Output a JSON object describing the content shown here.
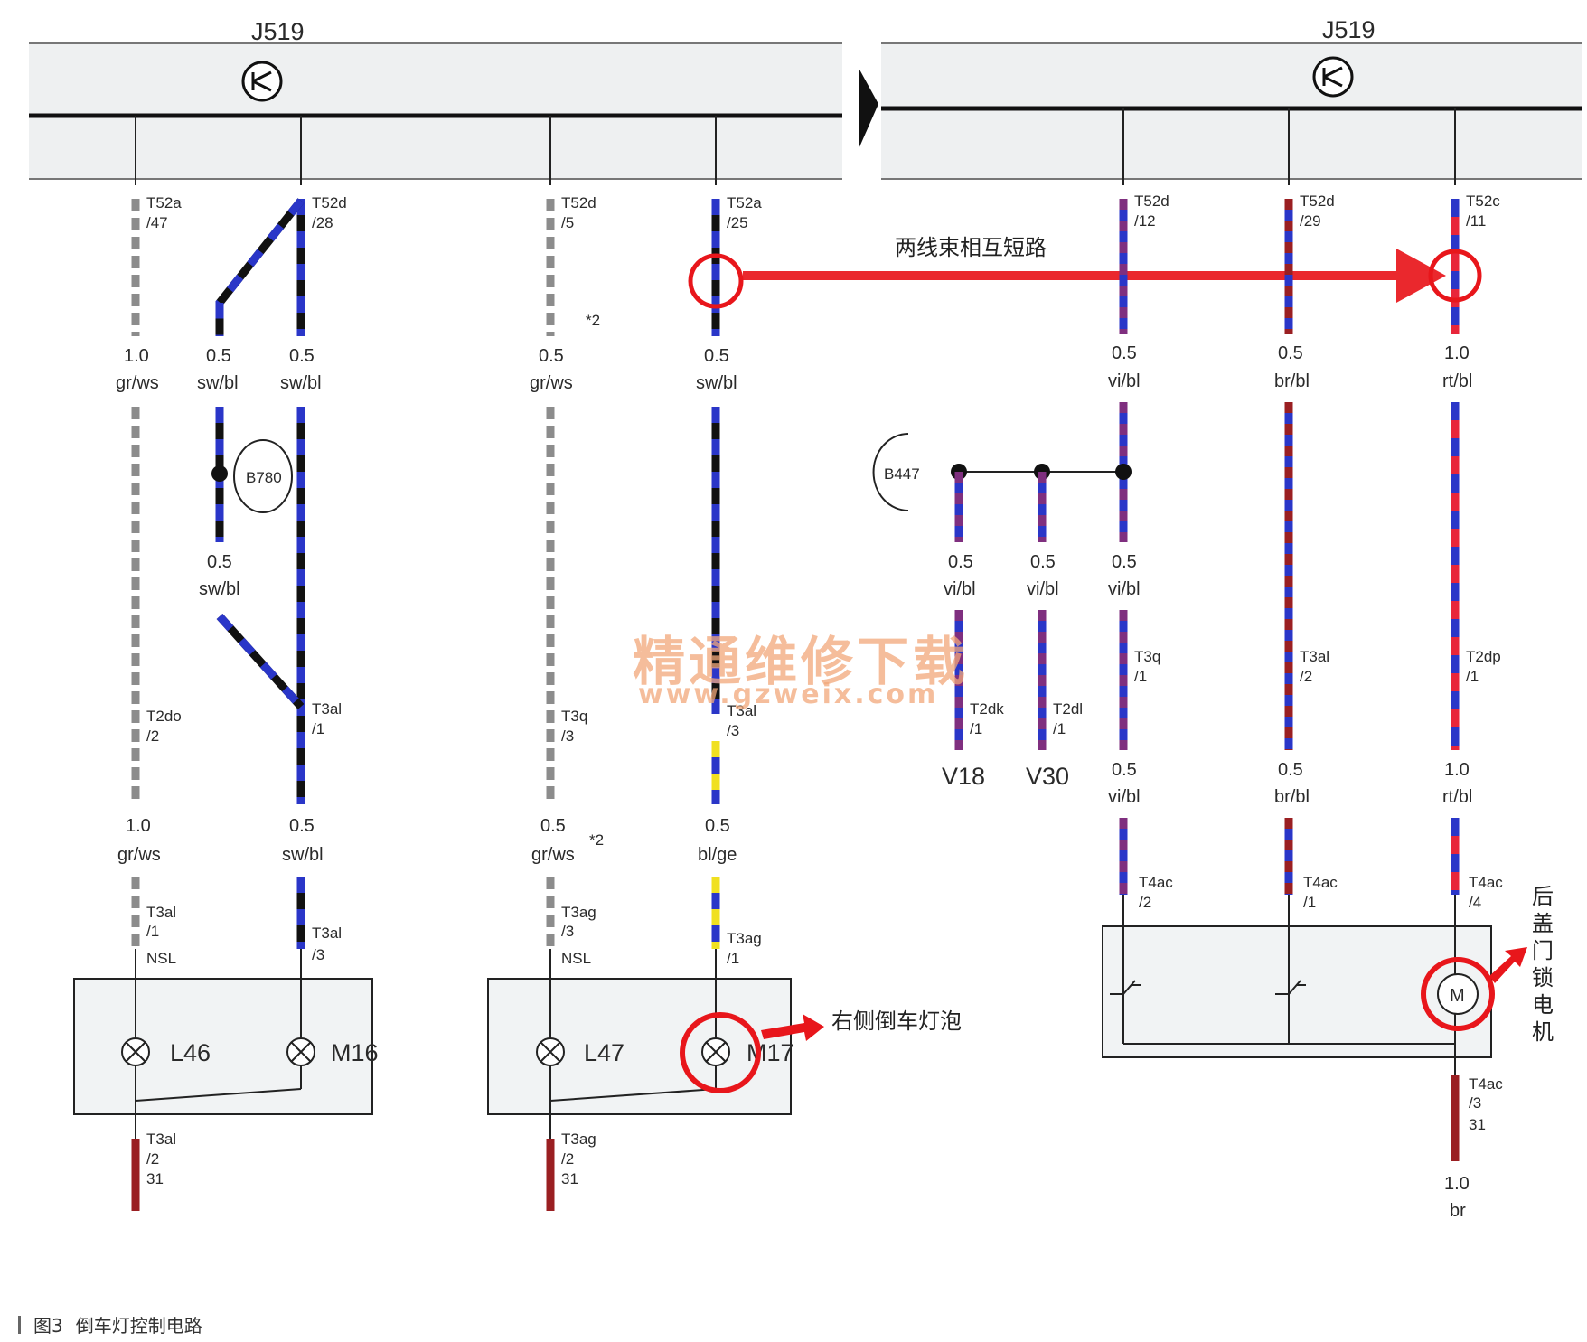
{
  "units": {
    "left": {
      "label": "J519"
    },
    "right": {
      "label": "J519"
    }
  },
  "wires": [
    {
      "id": "w1",
      "top_pin": "T52a",
      "top_pin2": "/47",
      "size": "1.0",
      "color": "gr/ws",
      "mid_pin": "T2do",
      "mid_pin2": "/2",
      "size2": "1.0",
      "color2": "gr/ws",
      "bottom_pin": "T3al",
      "bottom_pin2": "/1",
      "bottom_pin3": "NSL"
    },
    {
      "id": "w2",
      "top_pin": "T52d",
      "top_pin2": "/28",
      "size": "0.5",
      "color": "sw/bl",
      "mid_pin": "T3al",
      "mid_pin2": "/1",
      "size2": "0.5",
      "color2": "sw/bl",
      "bottom_pin": "T3al",
      "bottom_pin2": "/3"
    },
    {
      "id": "w2b",
      "size": "0.5",
      "color": "sw/bl",
      "size2": "0.5",
      "color2": "sw/bl",
      "splice": "B780"
    },
    {
      "id": "w3",
      "top_pin": "T52d",
      "top_pin2": "/5",
      "size": "0.5",
      "color": "gr/ws",
      "mid_pin": "T3q",
      "mid_pin2": "/3",
      "size2": "0.5",
      "color2": "gr/ws",
      "bottom_pin": "T3ag",
      "bottom_pin2": "/3",
      "bottom_pin3": "NSL",
      "note": "*2"
    },
    {
      "id": "w4",
      "top_pin": "T52a",
      "top_pin2": "/25",
      "size": "0.5",
      "color": "sw/bl",
      "mid_pin": "T3al",
      "mid_pin2": "/3",
      "size2": "0.5",
      "color2": "bl/ge",
      "bottom_pin": "T3ag",
      "bottom_pin2": "/1"
    },
    {
      "id": "w5",
      "top_pin": "T52d",
      "top_pin2": "/12",
      "size": "0.5",
      "color": "vi/bl",
      "mid_pin": "T3q",
      "mid_pin2": "/1",
      "size2": "0.5",
      "color2": "vi/bl",
      "bottom_pin": "T4ac",
      "bottom_pin2": "/2"
    },
    {
      "id": "w6",
      "top_pin": "T52d",
      "top_pin2": "/29",
      "size": "0.5",
      "color": "br/bl",
      "mid_pin": "T3al",
      "mid_pin2": "/2",
      "size2": "0.5",
      "color2": "br/bl",
      "bottom_pin": "T4ac",
      "bottom_pin2": "/1"
    },
    {
      "id": "w7",
      "top_pin": "T52c",
      "top_pin2": "/11",
      "size": "1.0",
      "color": "rt/bl",
      "mid_pin": "T2dp",
      "mid_pin2": "/1",
      "size2": "1.0",
      "color2": "rt/bl",
      "bottom_pin": "T4ac",
      "bottom_pin2": "/4",
      "bottom_pin3": "T4ac",
      "bottom_pin4": "/3",
      "ground": "31",
      "size3": "1.0",
      "color3": "br"
    }
  ],
  "splice_right": {
    "label": "B447",
    "branches": [
      {
        "size": "0.5",
        "color": "vi/bl",
        "pin": "T2dk",
        "pin2": "/1",
        "component": "V18"
      },
      {
        "size": "0.5",
        "color": "vi/bl",
        "pin": "T2dl",
        "pin2": "/1",
        "component": "V30"
      },
      {
        "size": "0.5",
        "color": "vi/bl"
      }
    ]
  },
  "components": {
    "l46": "L46",
    "m16": "M16",
    "l47": "L47",
    "m17": "M17",
    "motor": "M"
  },
  "grounds": [
    {
      "pin": "T3al",
      "pin2": "/2",
      "num": "31"
    },
    {
      "pin": "T3ag",
      "pin2": "/2",
      "num": "31"
    }
  ],
  "annotations": {
    "short_circuit": "两线束相互短路",
    "right_bulb": "右侧倒车灯泡",
    "tailgate_motor": "后盖门锁电机"
  },
  "watermark": {
    "line1": "精通维修下载",
    "line2": "www.gzweix.com"
  },
  "caption": {
    "number": "图3",
    "title": "倒车灯控制电路"
  },
  "colors": {
    "highlight": "#e8161b",
    "black": "#111111",
    "blue": "#2a36c8",
    "grey": "#8c8c8c",
    "red_wire": "#e8263a",
    "brown": "#9a1f22",
    "yellow": "#f0e020",
    "violet": "#7f2f7f"
  }
}
